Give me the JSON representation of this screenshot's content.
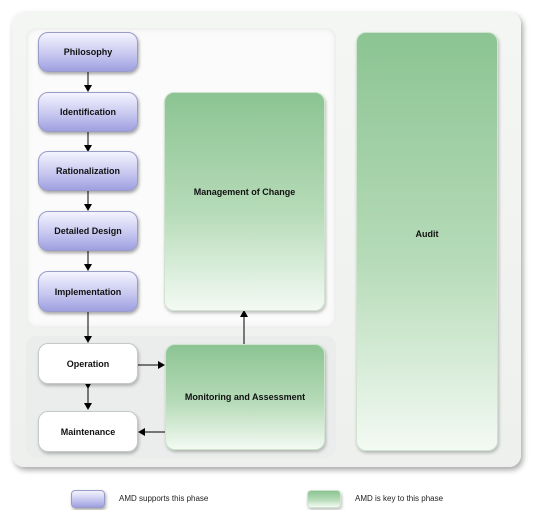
{
  "diagram": {
    "phases": {
      "philosophy": "Philosophy",
      "identification": "Identification",
      "rationalization": "Rationalization",
      "detailed_design": "Detailed Design",
      "implementation": "Implementation",
      "operation": "Operation",
      "maintenance": "Maintenance",
      "management_of_change": "Management of Change",
      "monitoring_and_assessment": "Monitoring and Assessment",
      "audit": "Audit"
    },
    "phase_categories": {
      "philosophy": "supports",
      "identification": "supports",
      "rationalization": "supports",
      "detailed_design": "supports",
      "implementation": "supports",
      "operation": "none",
      "maintenance": "none",
      "management_of_change": "key",
      "monitoring_and_assessment": "key",
      "audit": "key"
    },
    "connections": [
      [
        "philosophy",
        "identification"
      ],
      [
        "identification",
        "rationalization"
      ],
      [
        "rationalization",
        "detailed_design"
      ],
      [
        "detailed_design",
        "implementation"
      ],
      [
        "implementation",
        "operation"
      ],
      [
        "operation",
        "maintenance"
      ],
      [
        "maintenance",
        "operation"
      ],
      [
        "operation",
        "monitoring_and_assessment"
      ],
      [
        "monitoring_and_assessment",
        "maintenance"
      ],
      [
        "monitoring_and_assessment",
        "management_of_change"
      ]
    ]
  },
  "legend": {
    "supports_label": "AMD supports this phase",
    "supports_color": "#b8bbee",
    "key_label": "AMD is key to this phase",
    "key_color": "#a6d4aa"
  }
}
